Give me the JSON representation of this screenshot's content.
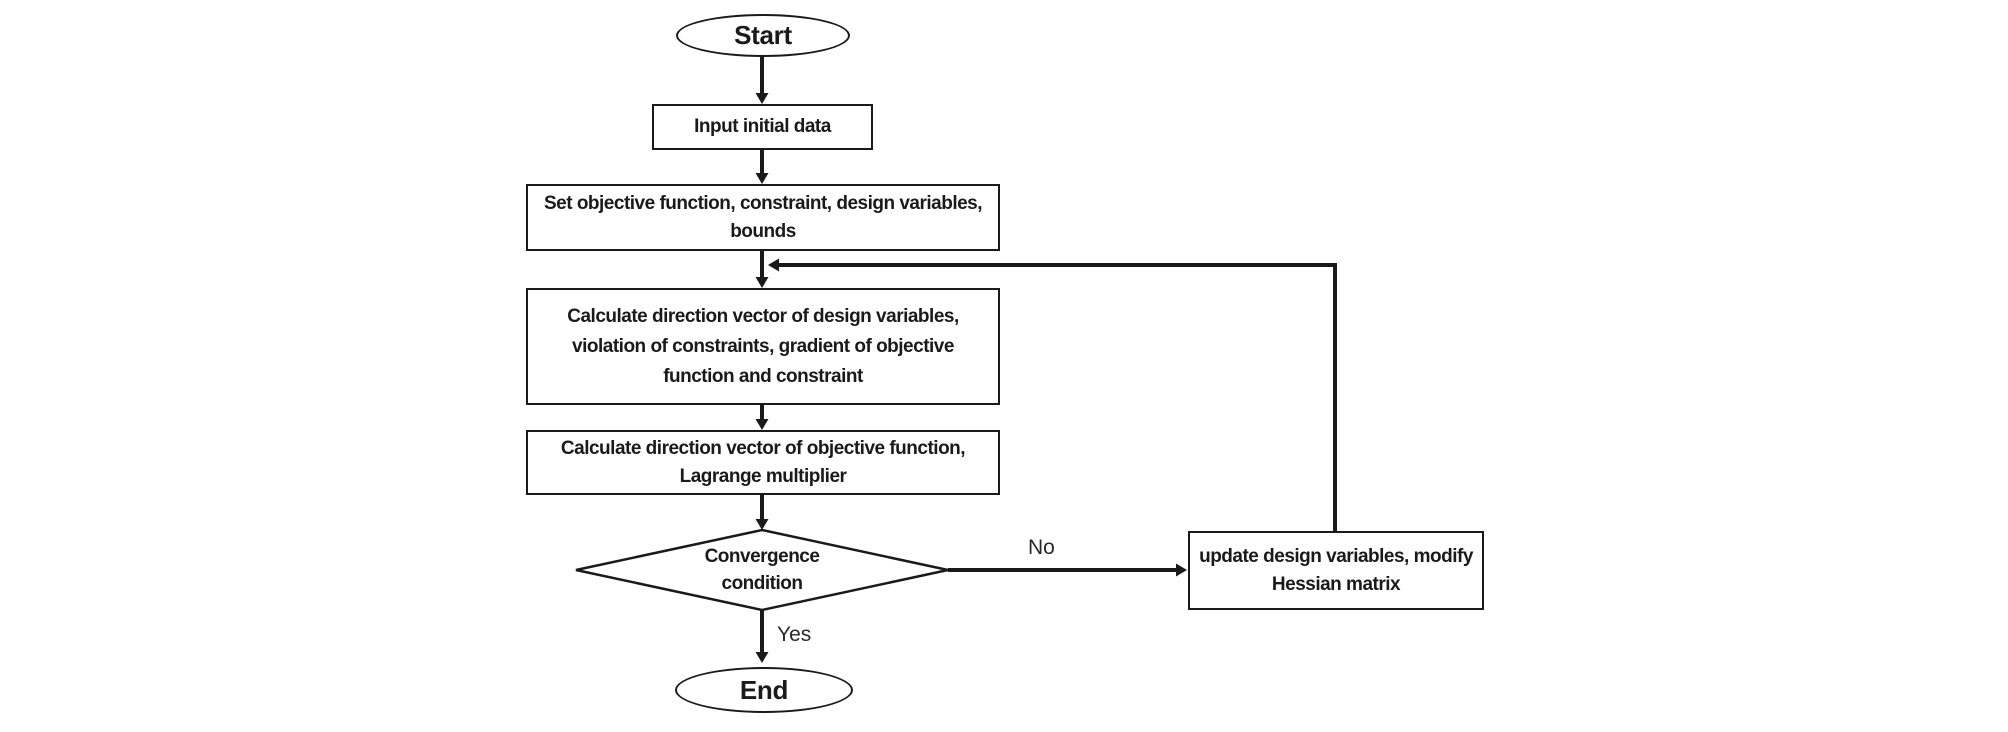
{
  "canvas": {
    "background": "#ffffff",
    "stroke_color": "#1a1a1a"
  },
  "nodes": {
    "start": {
      "label": "Start",
      "type": "terminator"
    },
    "input": {
      "label": "Input initial data",
      "type": "process"
    },
    "set_objective": {
      "label": "Set objective function, constraint, design variables, bounds",
      "type": "process"
    },
    "calc_direction_design": {
      "label": "Calculate direction vector of design variables, violation of constraints, gradient of objective function and constraint",
      "type": "process"
    },
    "calc_direction_objective": {
      "label": "Calculate direction vector of objective function, Lagrange multiplier",
      "type": "process"
    },
    "convergence": {
      "label": "Convergence condition",
      "type": "decision"
    },
    "update": {
      "label": "update design variables, modify Hessian matrix",
      "type": "process"
    },
    "end": {
      "label": "End",
      "type": "terminator"
    }
  },
  "edge_labels": {
    "yes": "Yes",
    "no": "No"
  }
}
